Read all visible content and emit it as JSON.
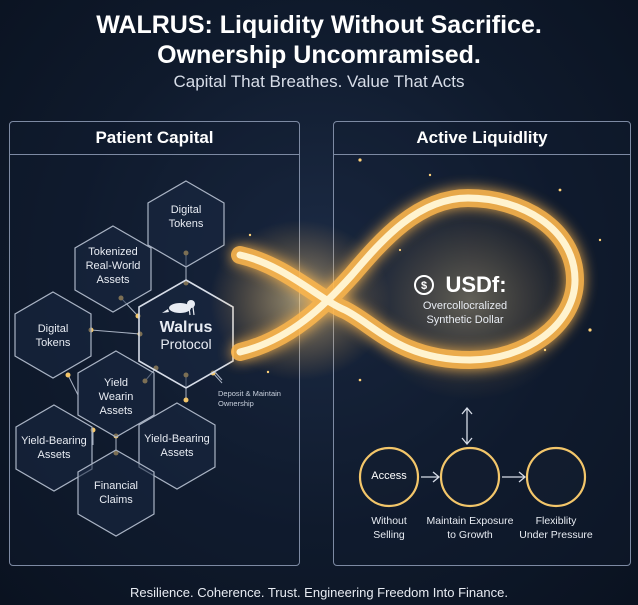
{
  "header": {
    "title_line1": "WALRUS: Liquidity Without Sacrifice.",
    "title_line2": "Ownership Uncomramised.",
    "subtitle": "Capital That Breathes. Value That Acts"
  },
  "left_panel": {
    "title": "Patient Capital",
    "center": {
      "line1": "Walrus",
      "line2": "Protocol"
    },
    "hexes": [
      {
        "line1": "Digital",
        "line2": "Tokens"
      },
      {
        "line1": "Tokenized",
        "line2": "Real-World",
        "line3": "Assets"
      },
      {
        "line1": "Digital",
        "line2": "Tokens"
      },
      {
        "line1": "Yield",
        "line2": "Wearin",
        "line3": "Assets"
      },
      {
        "line1": "Yield-Bearing",
        "line2": "Assets"
      },
      {
        "line1": "Yield-Bearing",
        "line2": "Assets"
      },
      {
        "line1": "Financial",
        "line2": "Claims"
      }
    ],
    "note": {
      "line1": "Deposit & Maintain",
      "line2": "Ownership"
    }
  },
  "right_panel": {
    "title": "Active Liquidlity",
    "usdf": {
      "title": "USDf:",
      "line1": "Overcollocralized",
      "line2": "Synthetic Dollar"
    },
    "circle_1_label": "Access",
    "captions": [
      {
        "line1": "Without",
        "line2": "Selling"
      },
      {
        "line1": "Maintain Exposure",
        "line2": "to Growth"
      },
      {
        "line1": "Flexiblity",
        "line2": "Under Pressure"
      }
    ]
  },
  "footer": "Resilience. Coherence. Trust. Engineering Freedom Into Finance.",
  "colors": {
    "background": "#0f1a2c",
    "glow": "#ffd27a",
    "glow_core": "#fff3cf",
    "hex_stroke": "#a9b3c4",
    "panel_border": "#7d8aa3"
  }
}
